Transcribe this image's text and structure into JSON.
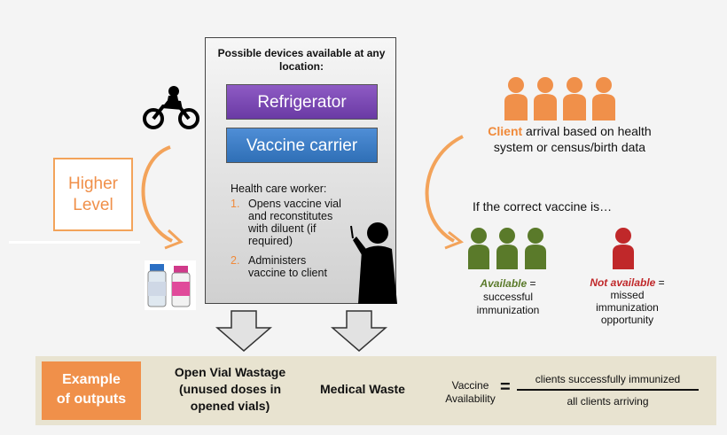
{
  "higher_level": {
    "line1": "Higher",
    "line2": "Level"
  },
  "panel": {
    "title": "Possible devices available at any location:",
    "devices": [
      "Refrigerator",
      "Vaccine carrier"
    ],
    "hcw_title": "Health care worker:",
    "steps": [
      {
        "num": "1.",
        "lines": [
          "Opens vaccine vial",
          "and reconstitutes",
          "with diluent (if",
          "required)"
        ]
      },
      {
        "num": "2.",
        "lines": [
          "Administers",
          "vaccine to client"
        ]
      }
    ]
  },
  "client": {
    "word": "Client",
    "rest_line1": " arrival based on health",
    "line2": "system or census/birth data"
  },
  "if_correct": "If the correct vaccine is…",
  "available": {
    "word": "Available",
    "suffix": " =",
    "line2": "successful",
    "line3": "immunization"
  },
  "not_available": {
    "word": "Not available",
    "suffix": " =",
    "line2": "missed",
    "line3": "immunization",
    "line4": "opportunity"
  },
  "bottom": {
    "example_line1": "Example",
    "example_line2": "of outputs",
    "open_vial_lines": [
      "Open Vial Wastage",
      "(unused doses in",
      "opened vials)"
    ],
    "medical_waste": "Medical Waste",
    "va_line1": "Vaccine",
    "va_line2": "Availability",
    "equals": "=",
    "numerator": "clients successfully immunized",
    "denominator": "all clients arriving"
  },
  "colors": {
    "orange": "#f0904a",
    "purple": "#7a4ab4",
    "blue": "#3f7fc6",
    "green": "#5a7a2a",
    "red": "#c0282a"
  }
}
